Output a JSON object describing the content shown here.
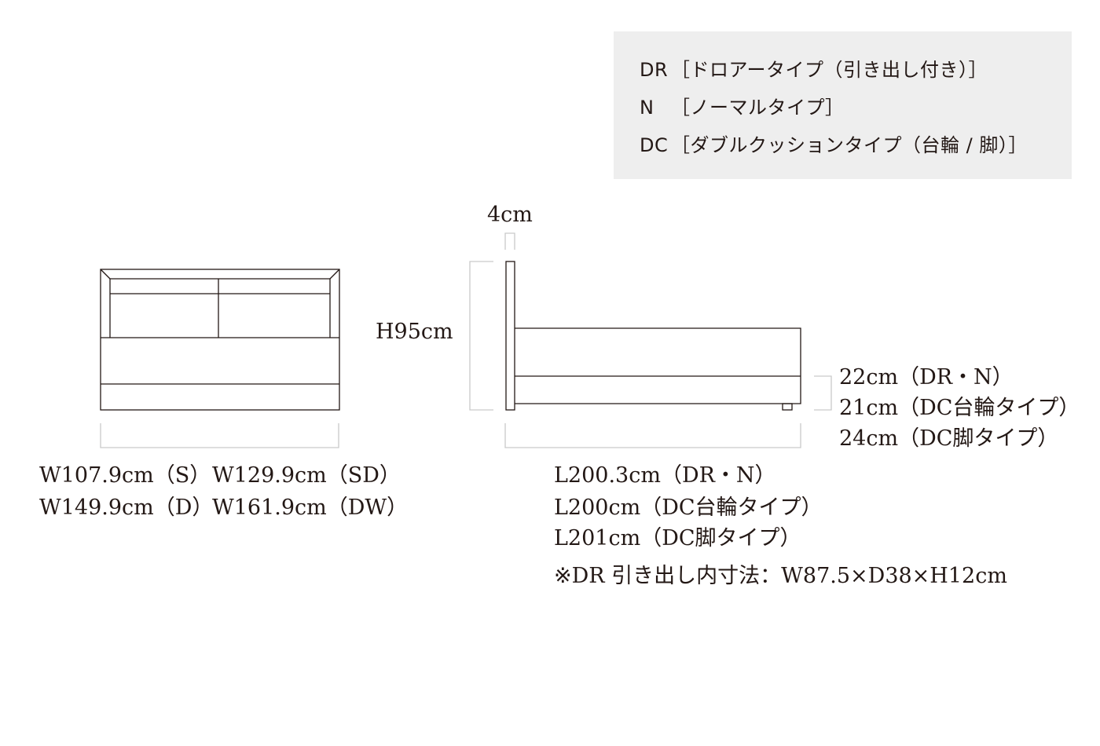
{
  "legend": {
    "items": [
      {
        "code": "DR",
        "label": "［ドロアータイプ（引き出し付き）］"
      },
      {
        "code": "N",
        "label": "［ノーマルタイプ］"
      },
      {
        "code": "DC",
        "label": "［ダブルクッションタイプ（台輪 / 脚）］"
      }
    ]
  },
  "front_view": {
    "widths": [
      "W107.9cm（S）",
      "W129.9cm（SD）",
      "W149.9cm（D）",
      "W161.9cm（DW）"
    ]
  },
  "side_view": {
    "headboard_thickness": "4cm",
    "height": "H95cm",
    "mattress_heights": [
      "22cm（DR・N）",
      "21cm（DC台輪タイプ）",
      "24cm（DC脚タイプ）"
    ],
    "lengths": [
      "L200.3cm（DR・N）",
      "L200cm（DC台輪タイプ）",
      "L201cm（DC脚タイプ）"
    ],
    "drawer_note": "※DR 引き出し内寸法：W87.5×D38×H12cm"
  },
  "colors": {
    "line": "#231815",
    "dim_line": "#c9caca",
    "legend_bg": "#eeeeee"
  }
}
